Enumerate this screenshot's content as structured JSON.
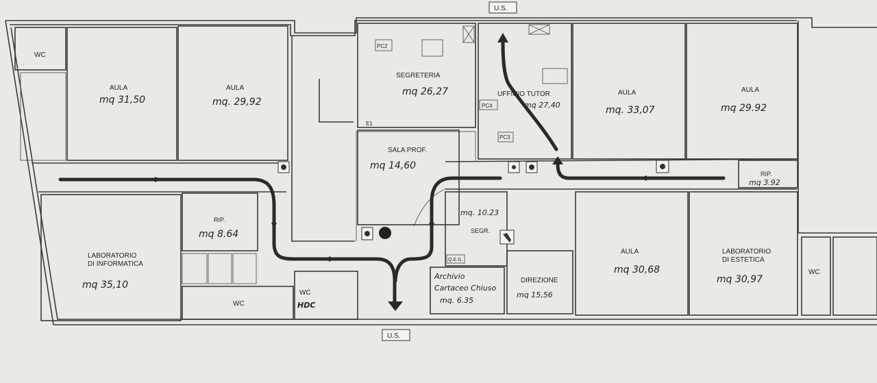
{
  "exits": {
    "top": "U.S.",
    "bottom": "U.S."
  },
  "rooms": {
    "wc_top_left": {
      "name": "WC"
    },
    "aula_1": {
      "name": "AULA",
      "area": "mq 31,50"
    },
    "aula_2": {
      "name": "AULA",
      "area": "mq. 29,92"
    },
    "segreteria": {
      "name": "SEGRETERIA",
      "area": "mq 26,27",
      "tag_pc2": "PC2",
      "tag_e1": "E1"
    },
    "ufficio_tutor": {
      "name": "UFFICIO TUTOR",
      "area": "mq 27,40",
      "tag_pc4": "PC4",
      "tag_pc3": "PC3"
    },
    "aula_3": {
      "name": "AULA",
      "area": "mq. 33,07"
    },
    "aula_4": {
      "name": "AULA",
      "area": "mq 29.92"
    },
    "sala_prof": {
      "name": "SALA PROF.",
      "area": "mq 14,60"
    },
    "rip_right": {
      "name": "RIP.",
      "area": "mq 3.92"
    },
    "rip_left": {
      "name": "RIP.",
      "area": "mq 8.64"
    },
    "lab_informatica": {
      "name_line1": "LABORATORIO",
      "name_line2": "DI INFORMATICA",
      "area": "mq 35,10"
    },
    "wc_bottom": {
      "name": "WC"
    },
    "wc_hdc": {
      "name": "WC",
      "sub": "HDC"
    },
    "segr": {
      "name": "SEGR.",
      "area": "mq. 10.23",
      "tag_qeg": "Q.E.G."
    },
    "archivio": {
      "line1": "Archivio",
      "line2": "Cartaceo Chiuso",
      "area": "mq. 6.35"
    },
    "direzione": {
      "name": "DIREZIONE",
      "area": "mq 15,56"
    },
    "aula_5": {
      "name": "AULA",
      "area": "mq 30,68"
    },
    "lab_estetica": {
      "name_line1": "LABORATORIO",
      "name_line2": "DI ESTETICA",
      "area": "mq 30,97"
    },
    "wc_right": {
      "name": "WC"
    }
  },
  "colors": {
    "paper": "#e9e9e6",
    "wall": "#3a3a3a",
    "route": "#2a2a2a"
  }
}
